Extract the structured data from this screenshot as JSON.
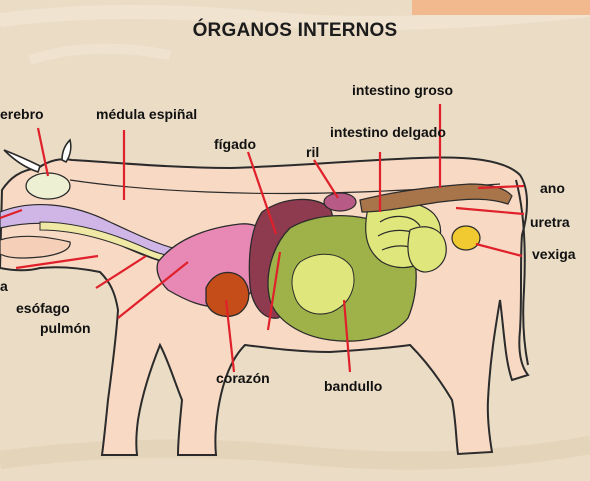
{
  "title": "ÓRGANOS INTERNOS",
  "labels": {
    "cerebro": "erebro",
    "medula": "médula espiñal",
    "intestino_groso": "intestino groso",
    "intestino_delgado": "intestino delgado",
    "figado": "fígado",
    "ril": "ril",
    "ano": "ano",
    "uretra": "uretra",
    "vexiga": "vexiga",
    "esofago": "esófago",
    "pulmon": "pulmón",
    "corazon": "corazón",
    "bandullo": "bandullo",
    "left_cut": "a"
  },
  "colors": {
    "body": "#f8d9c4",
    "outline": "#2b2b2b",
    "pointer": "#e0202a",
    "liver": "#8e3b4f",
    "lung": "#e789b4",
    "heart": "#c54d1a",
    "rumen": "#9fb24a",
    "intestine": "#dfe77c",
    "brain": "#eef0d4",
    "throat": "#cfb6e6",
    "spine": "#efe9a5",
    "colon": "#a8744a",
    "kidney": "#b85a86",
    "bladder": "#f1c930"
  }
}
